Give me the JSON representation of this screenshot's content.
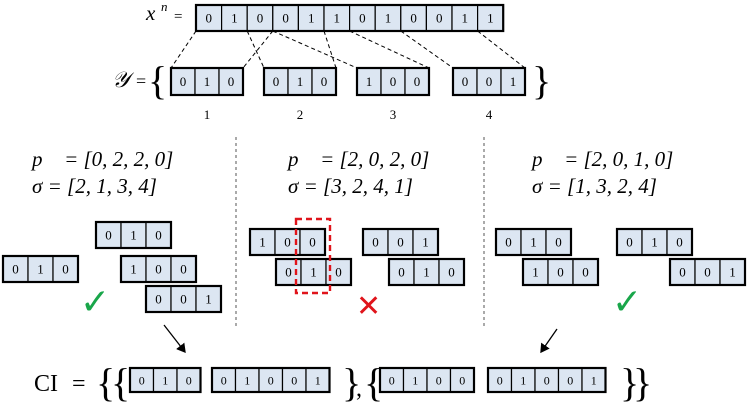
{
  "sequence": {
    "label": "x",
    "label_sup": "n",
    "equals": "=",
    "bits": [
      "0",
      "1",
      "0",
      "0",
      "1",
      "1",
      "0",
      "1",
      "0",
      "0",
      "1",
      "1"
    ]
  },
  "codebook": {
    "label": "𝒴",
    "equals": "=",
    "open_brace": "{",
    "close_brace": "}",
    "words": [
      {
        "bits": [
          "0",
          "1",
          "0"
        ],
        "index": "1"
      },
      {
        "bits": [
          "0",
          "1",
          "0"
        ],
        "index": "2"
      },
      {
        "bits": [
          "1",
          "0",
          "0"
        ],
        "index": "3"
      },
      {
        "bits": [
          "0",
          "0",
          "1"
        ],
        "index": "4"
      }
    ]
  },
  "panels": [
    {
      "p_line": "p⃗ = [0, 2, 2, 0]",
      "sigma_line": "σ = [2, 1, 3, 4]",
      "result": "valid"
    },
    {
      "p_line": "p⃗ = [2, 0, 2, 0]",
      "sigma_line": "σ = [3, 2, 4, 1]",
      "result": "invalid"
    },
    {
      "p_line": "p⃗ = [2, 0, 1, 0]",
      "sigma_line": "σ = [1, 3, 2, 4]",
      "result": "valid"
    }
  ],
  "symbols": {
    "check": "✓",
    "cross": "✕"
  },
  "ci": {
    "label": "CI",
    "equals": "=",
    "left_outer_brace": "{",
    "right_outer_brace": "}",
    "open_brace": "{",
    "close_brace": "}",
    "separator": ",",
    "sets": [
      {
        "words": [
          [
            "0",
            "1",
            "0"
          ],
          [
            "0",
            "1",
            "0",
            "0",
            "1"
          ]
        ]
      },
      {
        "words": [
          [
            "0",
            "1",
            "0",
            "0"
          ],
          [
            "0",
            "1",
            "0",
            "0",
            "1"
          ]
        ]
      }
    ]
  },
  "colors": {
    "cell_fill": "#dce6f2",
    "check": "#19a64a",
    "cross": "#e0141b",
    "highlight": "#e0141b"
  }
}
